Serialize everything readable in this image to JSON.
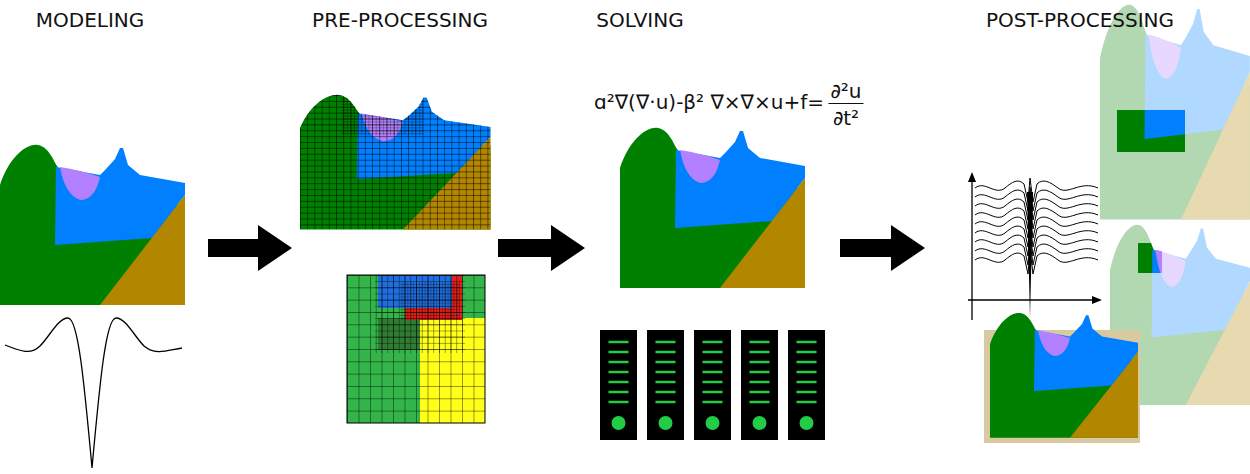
{
  "diagram": {
    "nodes": [
      {
        "text": [
          "MODELING"
        ]
      },
      {
        "text": [
          "PRE-PROCESSING"
        ]
      },
      {
        "text": [
          "SOLVING"
        ]
      },
      {
        "text": [
          "POST-PROCESSING"
        ]
      }
    ],
    "edges": [
      {
        "from": 0,
        "to": 1,
        "arrow": "to"
      },
      {
        "from": 1,
        "to": 2,
        "arrow": "to"
      },
      {
        "from": 2,
        "to": 3,
        "arrow": "to"
      }
    ],
    "labels": [
      "ɑ²∇(∇·u)-β² ∇×∇×u+f=",
      "∂²u",
      "∂t²"
    ]
  }
}
